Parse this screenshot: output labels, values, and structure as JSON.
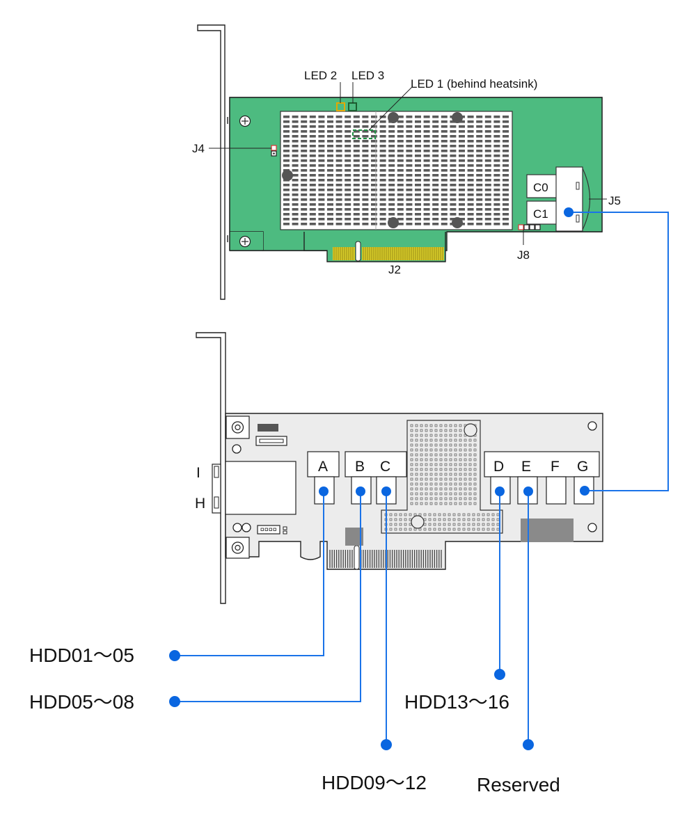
{
  "colors": {
    "raid_board": "#4dbb80",
    "expander_board": "#ececec",
    "connector_line": "#1a73e8",
    "connector_dot": "#0a66e0",
    "gold_fingers": "#d7cc2a",
    "led2": "#e5a800",
    "led3": "#1b5e30"
  },
  "raid_card": {
    "led2_label": "LED 2",
    "led3_label": "LED 3",
    "led1_label": "LED 1 (behind heatsink)",
    "j4_label": "J4",
    "j5_label": "J5",
    "j8_label": "J8",
    "j2_label": "J2",
    "port_c0": "C0",
    "port_c1": "C1"
  },
  "expander_card": {
    "ports": [
      "A",
      "B",
      "C",
      "D",
      "E",
      "F",
      "G"
    ],
    "led_i": "I",
    "led_h": "H"
  },
  "connections": {
    "hdd01_05": "HDD01～05",
    "hdd05_08": "HDD05～08",
    "hdd09_12": "HDD09～12",
    "hdd13_16": "HDD13～16",
    "reserved": "Reserved"
  }
}
